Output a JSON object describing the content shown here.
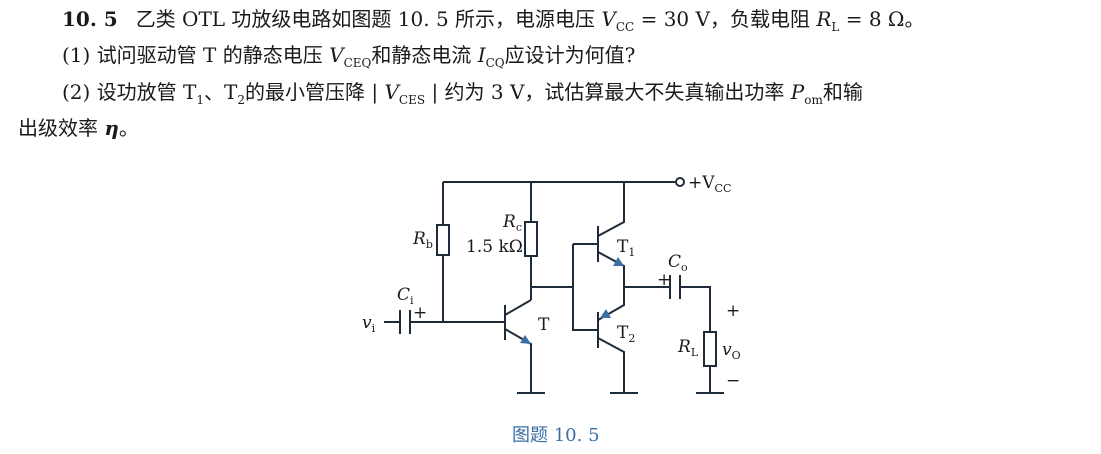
{
  "problem": {
    "number": "10. 5",
    "intro_a": "乙类 OTL 功放级电路如图题 10. 5 所示，电源电压 ",
    "vcc_sym": "V",
    "vcc_sub": "CC",
    "intro_b": " = 30 V，负载电阻 ",
    "rl_sym": "R",
    "rl_sub": "L",
    "intro_c": " = 8 Ω。",
    "q1_a": "(1) 试问驱动管 T 的静态电压 ",
    "q1_v": "V",
    "q1_v_sub": "CEQ",
    "q1_b": "和静态电流 ",
    "q1_i": "I",
    "q1_i_sub": "CQ",
    "q1_c": "应设计为何值?",
    "q2_a": "(2) 设功放管 T",
    "q2_t1sub": "1",
    "q2_b": "、T",
    "q2_t2sub": "2",
    "q2_c": "的最小管压降 | ",
    "q2_v": "V",
    "q2_v_sub": "CES",
    "q2_d": " | 约为 3 V，试估算最大不失真输出功率 ",
    "q2_p": "P",
    "q2_p_sub": "om",
    "q2_e": "和输",
    "q2_f": "出级效率 ",
    "q2_eta": "η",
    "q2_g": "。"
  },
  "figure": {
    "caption": "图题 10. 5",
    "vcc_label": "+V",
    "vcc_label_sub": "CC",
    "rb": "R",
    "rb_sub": "b",
    "rc": "R",
    "rc_sub": "c",
    "rc_value": "1.5 kΩ",
    "ci": "C",
    "ci_sub": "i",
    "vi": "v",
    "vi_sub": "i",
    "t": "T",
    "t1": "T",
    "t1_sub": "1",
    "t2": "T",
    "t2_sub": "2",
    "co": "C",
    "co_sub": "o",
    "rl": "R",
    "rl_sub": "L",
    "vo": "v",
    "vo_sub": "O",
    "plus": "+",
    "minus": "−"
  }
}
